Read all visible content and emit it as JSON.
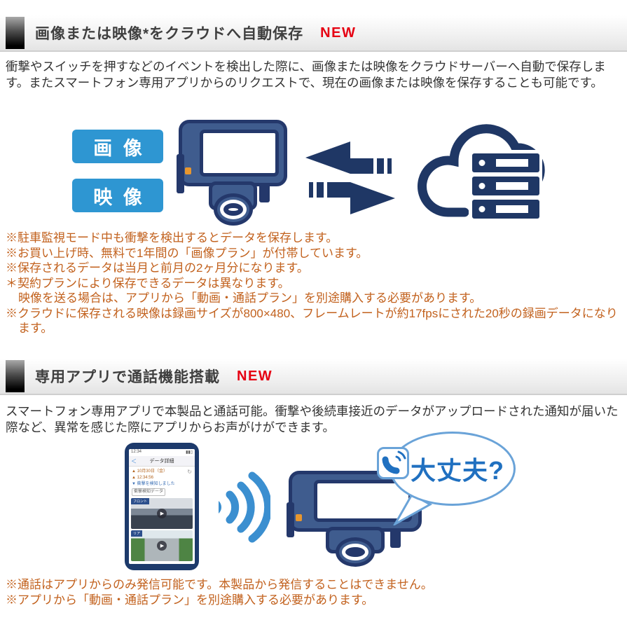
{
  "colors": {
    "navy_icon": "#1f3765",
    "device_body_blue": "#3f5c8e",
    "device_border_navy": "#24386b",
    "label_blue": "#2e96d2",
    "wifi_blue": "#3b8fd0",
    "bubble_border_blue": "#6aa3d8",
    "bubble_text_blue": "#2070c0",
    "note_text": "#c2611d",
    "new_badge_red": "#e60012",
    "header_text": "#3f3f3f",
    "body_text": "#333333",
    "device_button_orange": "#e8962e"
  },
  "section1": {
    "header": {
      "title": "画像または映像*をクラウドへ自動保存",
      "badge": "NEW"
    },
    "body": "衝撃やスイッチを押すなどのイベントを検出した際に、画像または映像をクラウドサーバーへ自動で保存します。またスマートフォン専用アプリからのリクエストで、現在の画像または映像を保存することも可能です。",
    "labels": {
      "image": "画 像",
      "video": "映 像"
    },
    "notes": [
      "※駐車監視モード中も衝撃を検出するとデータを保存します。",
      "※お買い上げ時、無料で1年間の「画像プラン」が付帯しています。",
      "※保存されるデータは当月と前月の2ヶ月分になります。",
      "＊契約プランにより保存できるデータは異なります。",
      "映像を送る場合は、アプリから「動画・通話プラン」を別途購入する必要があります。",
      "※クラウドに保存される映像は録画サイズが800×480、フレームレートが約17fpsにされた20秒の録画データになります。"
    ]
  },
  "section2": {
    "header": {
      "title": "専用アプリで通話機能搭載",
      "badge": "NEW"
    },
    "body": "スマートフォン専用アプリで本製品と通話可能。衝撃や後続車接近のデータがアップロードされた通知が届いた際など、異常を感じた際にアプリからお声がけができます。",
    "bubble_text": "大丈夫?",
    "phone": {
      "status_time": "12:34",
      "status_icons": "▮▮▯",
      "back": "＜",
      "app_title": "データ詳細",
      "refresh": "↻",
      "rows": [
        "▲ 10月30日（金）",
        "▲ 12:34:56",
        "▼ 衝撃を検知しました",
        "衝撃検知データ"
      ],
      "thumb_labels": [
        "フロント",
        "リア"
      ],
      "play": "▶"
    },
    "notes": [
      "※通話はアプリからのみ発信可能です。本製品から発信することはできません。",
      "※アプリから「動画・通話プラン」を別途購入する必要があります。"
    ]
  }
}
